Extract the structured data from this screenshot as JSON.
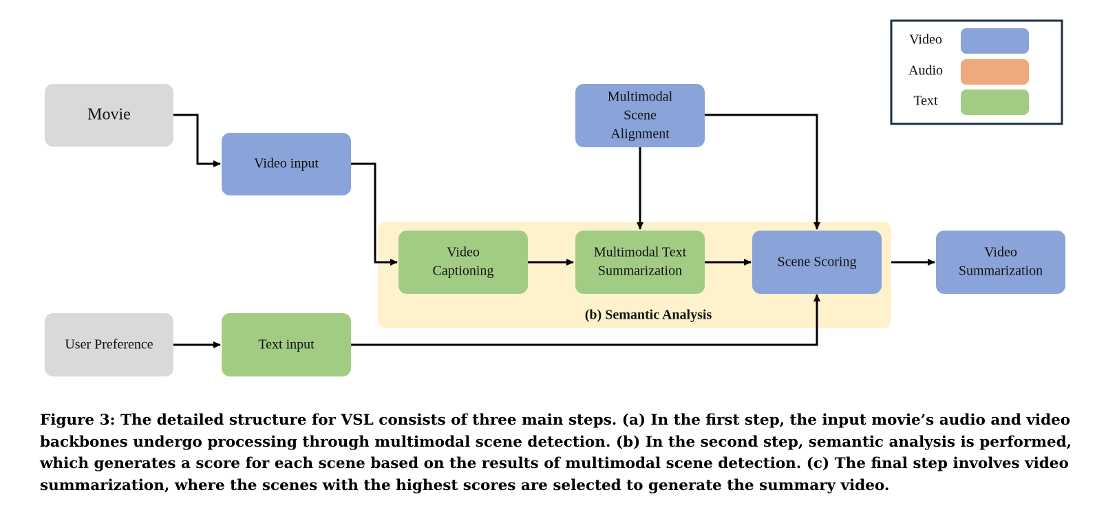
{
  "diagram": {
    "nodes": {
      "movie": "Movie",
      "video_input": "Video input",
      "msa": [
        "Multimodal",
        "Scene",
        "Alignment"
      ],
      "video_captioning": [
        "Video",
        "Captioning"
      ],
      "mts": [
        "Multimodal Text",
        "Summarization"
      ],
      "scene_scoring": "Scene Scoring",
      "video_summarization": [
        "Video",
        "Summarization"
      ],
      "user_preference": "User Preference",
      "text_input": "Text input"
    },
    "group_label": "(b) Semantic Analysis",
    "legend": [
      {
        "label": "Video",
        "color": "#8aa4d9"
      },
      {
        "label": "Audio",
        "color": "#f0a97c"
      },
      {
        "label": "Text",
        "color": "#a2cc84"
      }
    ],
    "colors": {
      "input_gray": "#d9d9d9",
      "video_blue": "#8aa4d9",
      "text_green": "#a2cc84",
      "group_yellow": "#fdf2cc",
      "legend_border": "#1f2d4a"
    }
  },
  "caption": "Figure 3: The detailed structure for VSL consists of three main steps. (a) In the first step, the input movie’s audio and video backbones undergo processing through multimodal scene detection. (b) In the second step, semantic analysis is performed, which generates a score for each scene based on the results of multimodal scene detection. (c) The final step involves video summarization, where the scenes with the highest scores are selected to generate the summary video."
}
